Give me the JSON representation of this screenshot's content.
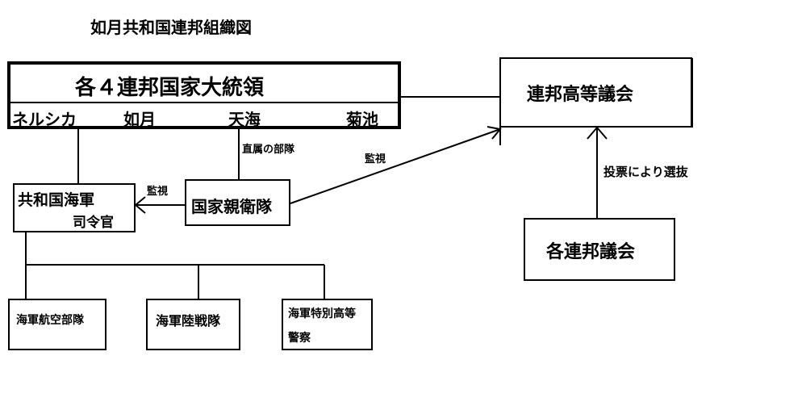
{
  "title": "如月共和国連邦組織図",
  "presidents": {
    "title": "各４連邦国家大統領",
    "members": [
      "ネルシカ",
      "如月",
      "天海",
      "菊池"
    ]
  },
  "high_council": "連邦高等議会",
  "federal_councils": "各連邦議会",
  "vote_label": "投票により選抜",
  "guard": "国家親衛隊",
  "navy": {
    "line1": "共和国海軍",
    "line2": "司令官"
  },
  "direct_label": "直属の部隊",
  "monitor_label_1": "監視",
  "monitor_label_2": "監視",
  "units": {
    "air": "海軍航空部隊",
    "marines": "海軍陸戦隊",
    "police_line1": "海軍特別高等",
    "police_line2": "警察"
  }
}
